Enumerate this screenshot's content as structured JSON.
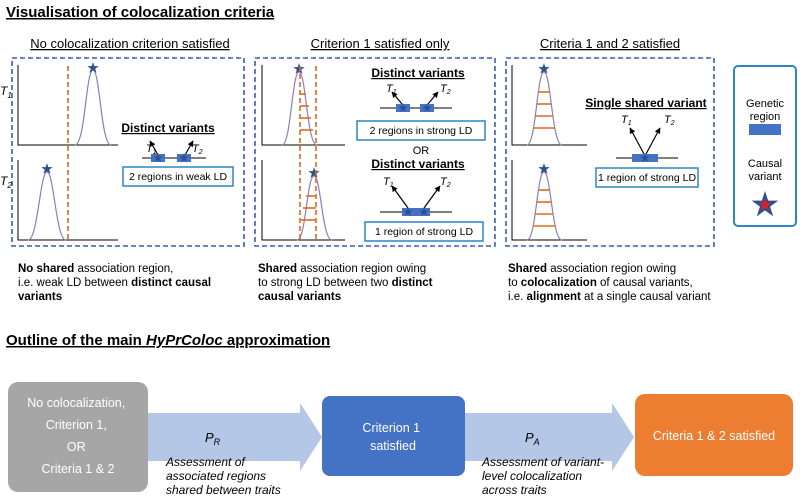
{
  "colors": {
    "dash_border": "#3a5fa8",
    "curve": "#8a7fb8",
    "ld_line": "#e06a1e",
    "region_blue": "#4472c4",
    "box_border": "#2e86c1",
    "star": "#2f4f8f",
    "causal_star_outer": "#2f4f8f",
    "causal_star_inner": "#e02020",
    "gray_box": "#a6a6a6",
    "blue_box": "#4472c4",
    "orange_box": "#ed7d31",
    "arrow_fill": "#b4c7e7"
  },
  "section1": {
    "title": "Visualisation of colocalization criteria",
    "panels": [
      {
        "heading": "No colocalization criterion satisfied",
        "variant_label": "Distinct variants",
        "t1": "T",
        "t1_sub": "1",
        "t2": "T",
        "t2_sub": "2",
        "ld_box": "2 regions in weak LD",
        "caption": {
          "l1_bold": "No shared",
          "l1_rest": " association region,",
          "l2_pre": "i.e. weak LD between ",
          "l2_bold": "distinct causal",
          "l3_bold": "variants"
        }
      },
      {
        "heading": "Criterion 1 satisfied only",
        "variant_label_top": "Distinct variants",
        "ld_box_top": "2 regions in strong LD",
        "or_label": "OR",
        "variant_label_bottom": "Distinct variants",
        "ld_box_bottom": "1 region of strong LD",
        "caption": {
          "l1_bold": "Shared",
          "l1_rest": " association region owing",
          "l2_pre": "to strong LD between two ",
          "l2_bold": "distinct",
          "l3_bold": "causal variants"
        }
      },
      {
        "heading": "Criteria 1 and 2 satisfied",
        "variant_label": "Single shared variant",
        "ld_box": "1 region of strong LD",
        "caption": {
          "l1_bold": "Shared",
          "l1_rest": " association region owing",
          "l2_pre": "to ",
          "l2_bold": "colocalization",
          "l2_rest": " of causal variants,",
          "l3_pre": "i.e. ",
          "l3_bold": "alignment",
          "l3_rest": " at a single causal variant"
        }
      }
    ],
    "legend": {
      "genetic_region": "Genetic region",
      "causal_variant": "Causal variant"
    }
  },
  "section2": {
    "title_pre": "Outline of the main ",
    "title_italic": "HyPrColoc",
    "title_post": " approximation",
    "box_gray_lines": [
      "No colocalization,",
      "Criterion 1,",
      "OR",
      "Criteria 1 & 2"
    ],
    "arrow1_label": "P",
    "arrow1_sub": "R",
    "box_blue_lines": [
      "Criterion 1",
      "satisfied"
    ],
    "arrow2_label": "P",
    "arrow2_sub": "A",
    "box_orange_label": "Criteria 1 & 2 satisfied",
    "text1_lines": [
      "Assessment of",
      "associated regions",
      "shared between traits"
    ],
    "text2_lines": [
      "Assessment of variant-",
      "level colocalization",
      "across traits"
    ]
  }
}
